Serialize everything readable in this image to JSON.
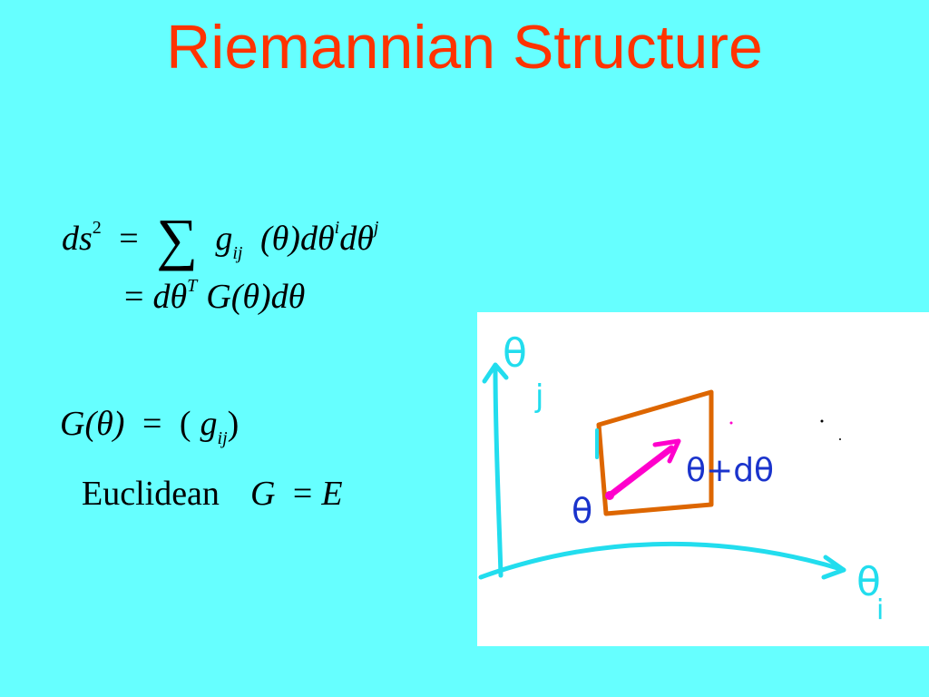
{
  "slide": {
    "title": "Riemannian Structure",
    "background_color": "#66ffff",
    "title_color": "#ff3300"
  },
  "equations": {
    "line1": {
      "ds": "ds",
      "ds_sup": "2",
      "eq": "=",
      "sum": "∑",
      "g": "g",
      "g_sub": "ij",
      "arg": "(θ)",
      "dtheta": "dθ",
      "sup_i": "i",
      "sup_j": "j"
    },
    "line2": {
      "eq": "=",
      "dtheta": "dθ",
      "sup_T": "T",
      "G": "G",
      "arg": "(θ)"
    },
    "line3": {
      "G": "G",
      "arg": "(θ)",
      "eq": "=",
      "open": "(",
      "g": "g",
      "g_sub": "ij",
      "close": ")"
    },
    "euclidean": {
      "word": "Euclidean",
      "G": "G",
      "eq": "=",
      "E": "E"
    }
  },
  "sketch": {
    "label_theta_j": "θ",
    "label_j": "j",
    "label_theta_i": "θ",
    "label_i": "i",
    "label_theta": "θ",
    "label_theta_plus_dtheta": "θ+dθ",
    "axis_color": "#22ddee",
    "box_color": "#dd6600",
    "arrow_color": "#ff00cc",
    "label_color": "#1a33cc"
  }
}
